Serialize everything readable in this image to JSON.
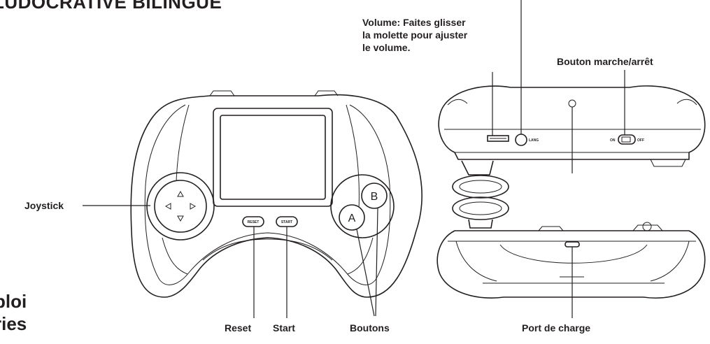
{
  "headings": {
    "top": "LUDOCRATIVE BILINGUE",
    "side_line1": "ploi",
    "side_line2": "ries"
  },
  "labels": {
    "volume_line1": "Volume: Faites glisser",
    "volume_line2": "la molette pour ajuster",
    "volume_line3": "le volume.",
    "power": "Bouton marche/arrêt",
    "joystick": "Joystick",
    "reset": "Reset",
    "start": "Start",
    "buttons": "Boutons",
    "charge_port": "Port de charge"
  },
  "device": {
    "button_a": "A",
    "button_b": "B",
    "reset_button_text": "RESET",
    "start_button_text": "START",
    "lang_text": "LANG",
    "switch_on": "ON",
    "switch_off": "OFF"
  }
}
